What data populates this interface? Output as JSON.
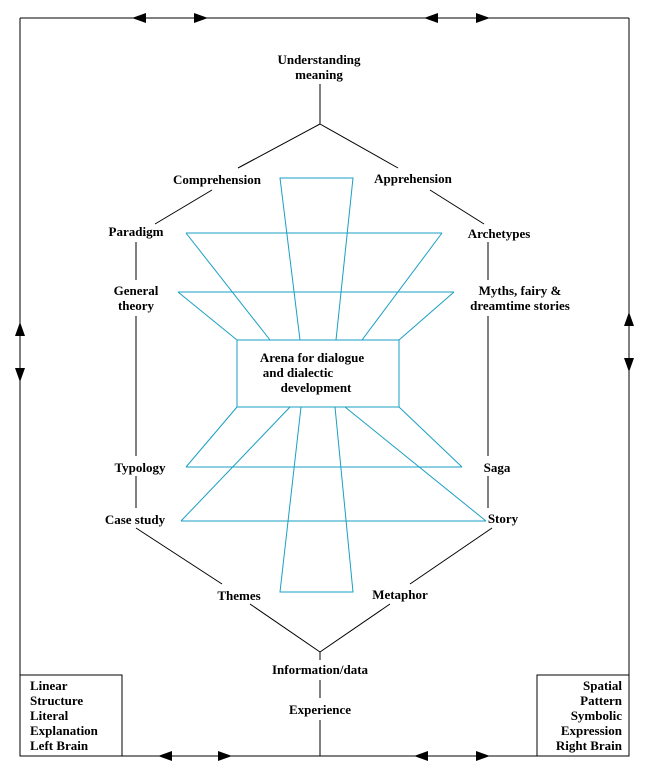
{
  "colors": {
    "line": "#000000",
    "overlay": "#1a9fc4",
    "background": "#ffffff"
  },
  "nodes": {
    "top": [
      "Understanding",
      "meaning"
    ],
    "comprehension": "Comprehension",
    "apprehension": "Apprehension",
    "paradigm": "Paradigm",
    "archetypes": "Archetypes",
    "general_theory": [
      "General",
      "theory"
    ],
    "myths": [
      "Myths, fairy &",
      "dreamtime stories"
    ],
    "arena": [
      "Arena for dialogue",
      "and dialectic",
      "development"
    ],
    "typology": "Typology",
    "saga": "Saga",
    "case_study": "Case study",
    "story": "Story",
    "themes": "Themes",
    "metaphor": "Metaphor",
    "information": "Information/data",
    "experience": "Experience"
  },
  "corner_boxes": {
    "left": [
      "Linear",
      "Structure",
      "Literal",
      "Explanation",
      "Left Brain"
    ],
    "right": [
      "Spatial",
      "Pattern",
      "Symbolic",
      "Expression",
      "Right Brain"
    ]
  }
}
